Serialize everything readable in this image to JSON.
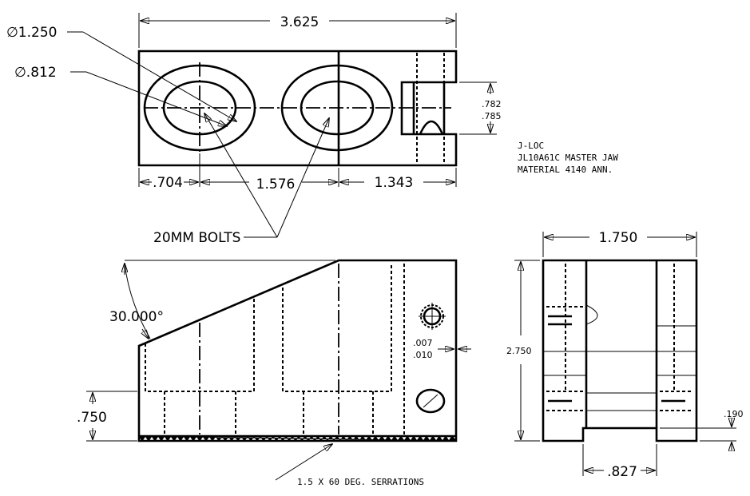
{
  "dimensions": {
    "overall_length": "3.625",
    "bore_diameter": "∅1.250",
    "counterbore_diameter": "∅.812",
    "slot_width_min": ".782",
    "slot_width_max": ".785",
    "edge_to_hole": ".704",
    "hole_spacing": "1.576",
    "hole_to_end": "1.343",
    "bolts_callout": "20MM BOLTS",
    "angle": "30.000°",
    "tol_min": ".007",
    "tol_max": ".010",
    "base_height": ".750",
    "serrations_callout": "1.5 X 60 DEG. SERRATIONS",
    "end_width": "1.750",
    "height": "2.750",
    "serration_depth": ".190",
    "key_width": ".827"
  },
  "title_block": {
    "company": "J-LOC",
    "part": "JL10A61C  MASTER JAW",
    "material": "MATERIAL  4140 ANN."
  }
}
